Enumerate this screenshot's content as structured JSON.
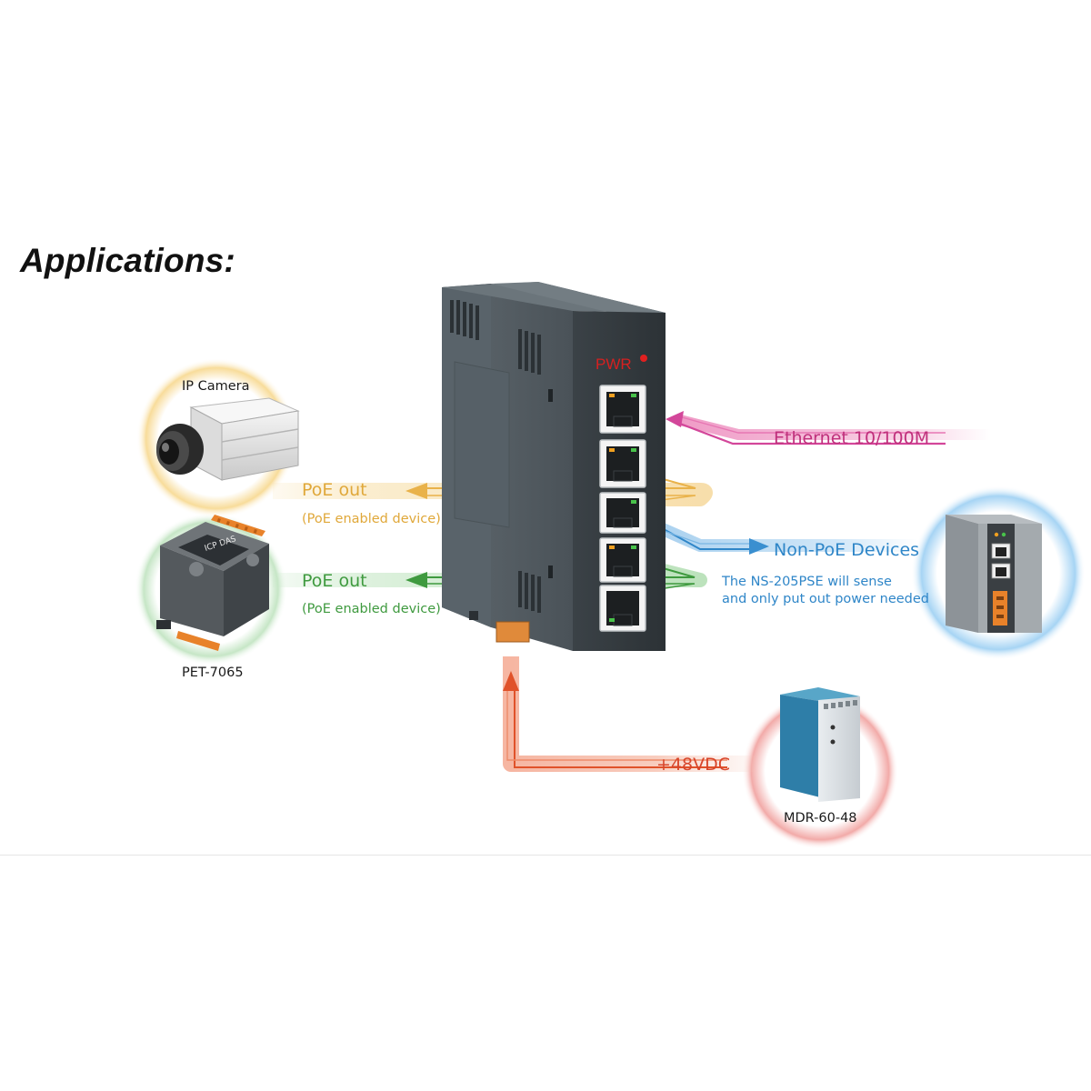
{
  "heading": "Applications:",
  "switch_led": "PWR",
  "devices": {
    "ip_camera": "IP Camera",
    "pet_module": "PET-7065",
    "power_supply": "MDR-60-48",
    "pet_logo": "ICP DAS"
  },
  "connections": {
    "ethernet": "Ethernet 10/100M",
    "poe_out_1": "PoE out",
    "poe_note_1": "(PoE enabled device)",
    "poe_out_2": "PoE out",
    "poe_note_2": "(PoE enabled device)",
    "non_poe": "Non-PoE Devices",
    "sense_line1": "The NS-205PSE will sense",
    "sense_line2": "and only put out power needed",
    "dc_input": "+48VDC"
  },
  "colors": {
    "ethernet": "#c0307c",
    "poe_yellow": "#e0a83a",
    "poe_green": "#3f9a3f",
    "non_poe_blue": "#2f86c8",
    "dc_red": "#e0522a",
    "switch_body": "#4a5258",
    "pwr_red": "#d62020"
  }
}
